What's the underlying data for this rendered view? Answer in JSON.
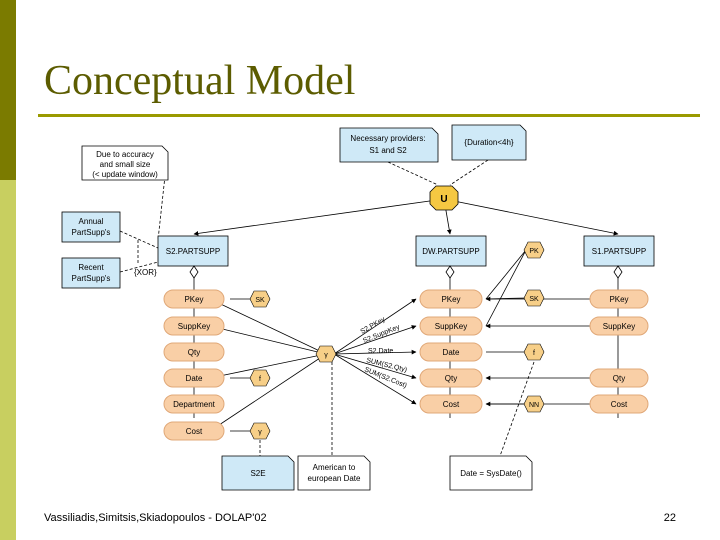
{
  "slide": {
    "title": "Conceptual Model",
    "footer_left": "Vassiliadis,Simitsis,Skiadopoulos - DOLAP'02",
    "page_number": "22"
  },
  "colors": {
    "band_dark": "#7b7b00",
    "band_light": "#c8cf60",
    "title": "#5c5c00",
    "rule": "#9a9a00",
    "concept_fill": "#cfe9f7",
    "attr_fill": "#f9cfa6",
    "attr_stroke": "#e0a878",
    "transform_fill": "#f7cf88",
    "op_fill": "#f5c842"
  },
  "diagram": {
    "notes": {
      "accuracy": [
        "Due to accuracy",
        "and small size",
        "(< update window)"
      ],
      "providers": [
        "Necessary providers:",
        "S1 and S2"
      ],
      "duration": "{Duration<4h}",
      "s2e": "S2E",
      "date_note": [
        "American to",
        "european Date"
      ],
      "sysdate": "Date = SysDate()"
    },
    "union": "U",
    "concepts": {
      "annual": [
        "Annual",
        "PartSupp's"
      ],
      "recent": [
        "Recent",
        "PartSupp's"
      ],
      "s2": "S2.PARTSUPP",
      "dw": "DW.PARTSUPP",
      "s1": "S1.PARTSUPP"
    },
    "xor_label": "{XOR}",
    "s2_attrs": [
      "PKey",
      "SuppKey",
      "Qty",
      "Date",
      "Department",
      "Cost"
    ],
    "dw_attrs": [
      "PKey",
      "SuppKey",
      "Date",
      "Qty",
      "Cost"
    ],
    "s1_attrs": [
      "PKey",
      "SuppKey",
      "Qty",
      "Cost"
    ],
    "transforms": {
      "sk_left": "SK",
      "f_left": "f",
      "gamma_left": "γ",
      "ps": "PK",
      "sk_right": "SK",
      "f_right": "f",
      "nn": "NN",
      "gamma_center": "γ"
    },
    "gamma_labels": [
      "S2.PKey",
      "S2.SuppKey",
      "S2.Date",
      "SUM(S2.Qty)",
      "SUM(S2.Cost)"
    ]
  }
}
